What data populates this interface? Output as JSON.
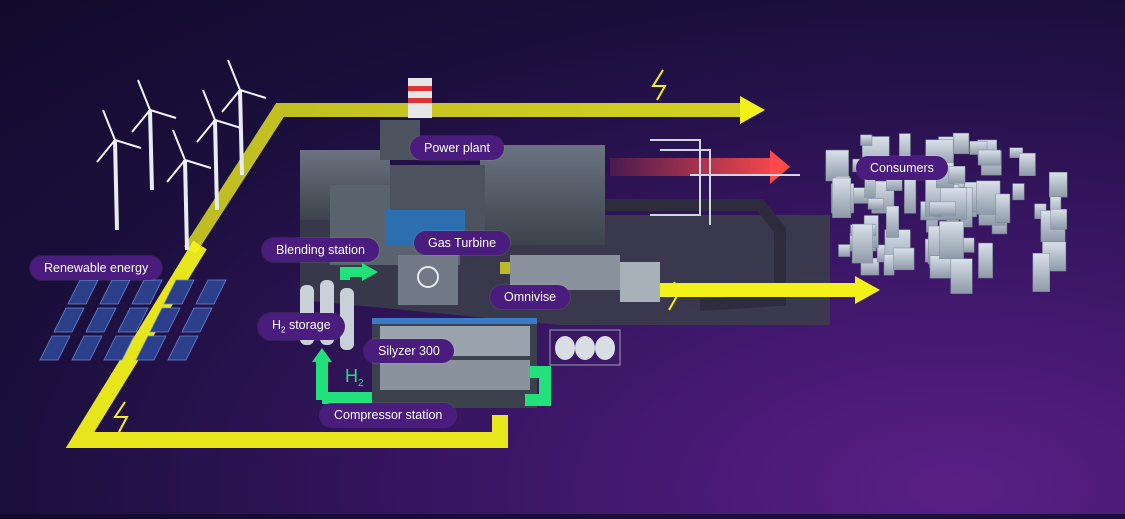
{
  "labels": {
    "renewable_energy": "Renewable energy",
    "power_plant": "Power plant",
    "consumers": "Consumers",
    "blending_station": "Blending station",
    "gas_turbine": "Gas Turbine",
    "omnivise": "Omnivise",
    "h2_storage_prefix": "H",
    "h2_storage_sub": "2",
    "h2_storage_suffix": " storage",
    "silyzer": "Silyzer 300",
    "compressor_station": "Compressor station"
  },
  "markers": {
    "h2_letter": "H",
    "h2_sub": "2"
  },
  "colors": {
    "electricity_flow": "#f2f21a",
    "hydrogen_flow": "#22e07a",
    "heat_flow": "#ff4a4a",
    "label_bg": "#4a1c7d",
    "background": "#1b0f3d"
  },
  "icons": [
    "lightning-icon",
    "wind-turbine-icon",
    "solar-panel-icon",
    "h2-icon"
  ]
}
